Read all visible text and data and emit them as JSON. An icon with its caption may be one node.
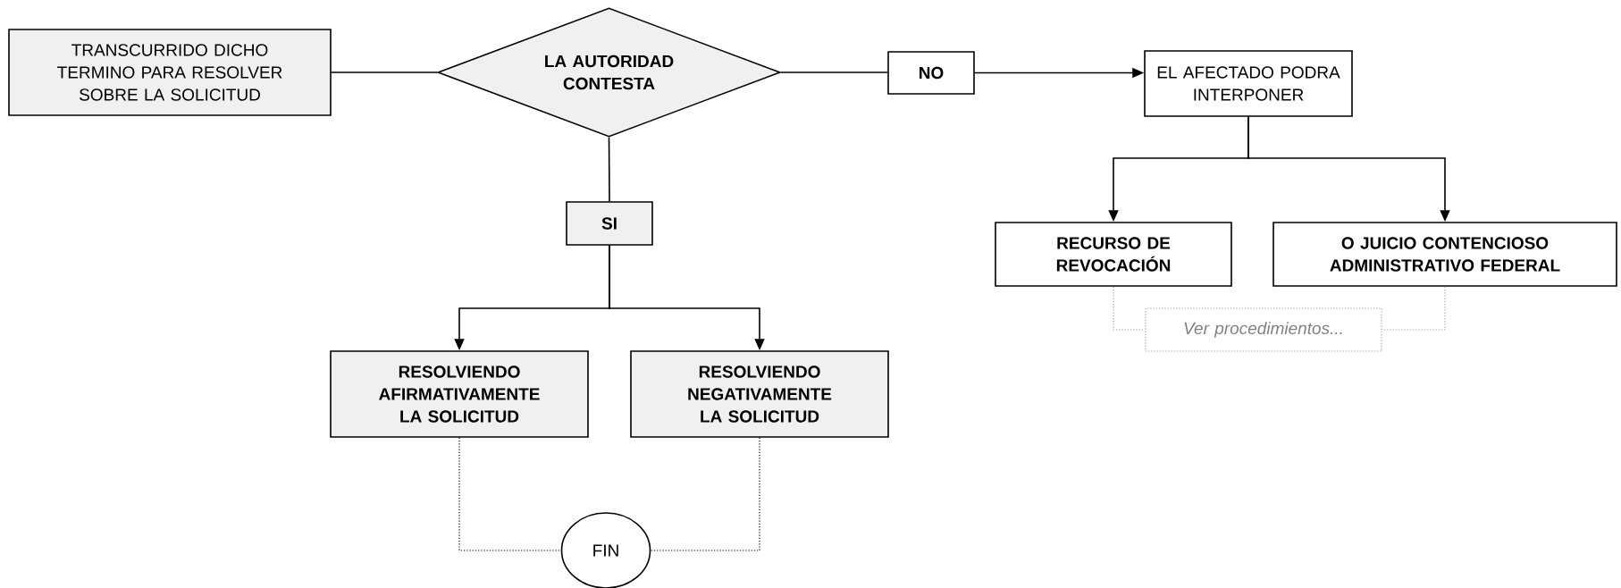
{
  "diagram": {
    "nodes": [
      {
        "text": [
          "TRANSCURRIDO DICHO TERMINO PARA RESOLVER SOBRE LA SOLICITUD"
        ]
      },
      {
        "text": [
          "LA AUTORIDAD CONTESTA"
        ]
      },
      {
        "text": [
          "NO"
        ]
      },
      {
        "text": [
          "EL AFECTADO PODRA INTERPONER"
        ]
      },
      {
        "text": [
          "SI"
        ]
      },
      {
        "text": [
          "RECURSO DE REVOCACIÓN"
        ]
      },
      {
        "text": [
          "O JUICIO CONTENCIOSO ADMINISTRATIVO FEDERAL"
        ]
      },
      {
        "text": [
          "Ver procedimientos..."
        ]
      },
      {
        "text": [
          "RESOLVIENDO AFIRMATIVAMENTE LA SOLICITUD"
        ]
      },
      {
        "text": [
          "RESOLVIENDO NEGATIVAMENTE LA SOLICITUD"
        ]
      },
      {
        "text": [
          "FIN"
        ]
      }
    ],
    "edges": [
      {
        "from": 0,
        "to": 1,
        "arrow": "none"
      },
      {
        "from": 1,
        "to": 2,
        "arrow": "none"
      },
      {
        "from": 2,
        "to": 3,
        "arrow": "to"
      },
      {
        "from": 1,
        "to": 4,
        "arrow": "none"
      },
      {
        "from": 4,
        "to": 8,
        "arrow": "to"
      },
      {
        "from": 4,
        "to": 9,
        "arrow": "to"
      },
      {
        "from": 3,
        "to": 5,
        "arrow": "to"
      },
      {
        "from": 3,
        "to": 6,
        "arrow": "to"
      },
      {
        "from": 5,
        "to": 7,
        "arrow": "none",
        "style": "dashed",
        "color": "#a0a0a0"
      },
      {
        "from": 6,
        "to": 7,
        "arrow": "none",
        "style": "dashed",
        "color": "#a0a0a0"
      },
      {
        "from": 8,
        "to": 10,
        "arrow": "none",
        "style": "dashed"
      },
      {
        "from": 9,
        "to": 10,
        "arrow": "none",
        "style": "dashed"
      }
    ]
  }
}
